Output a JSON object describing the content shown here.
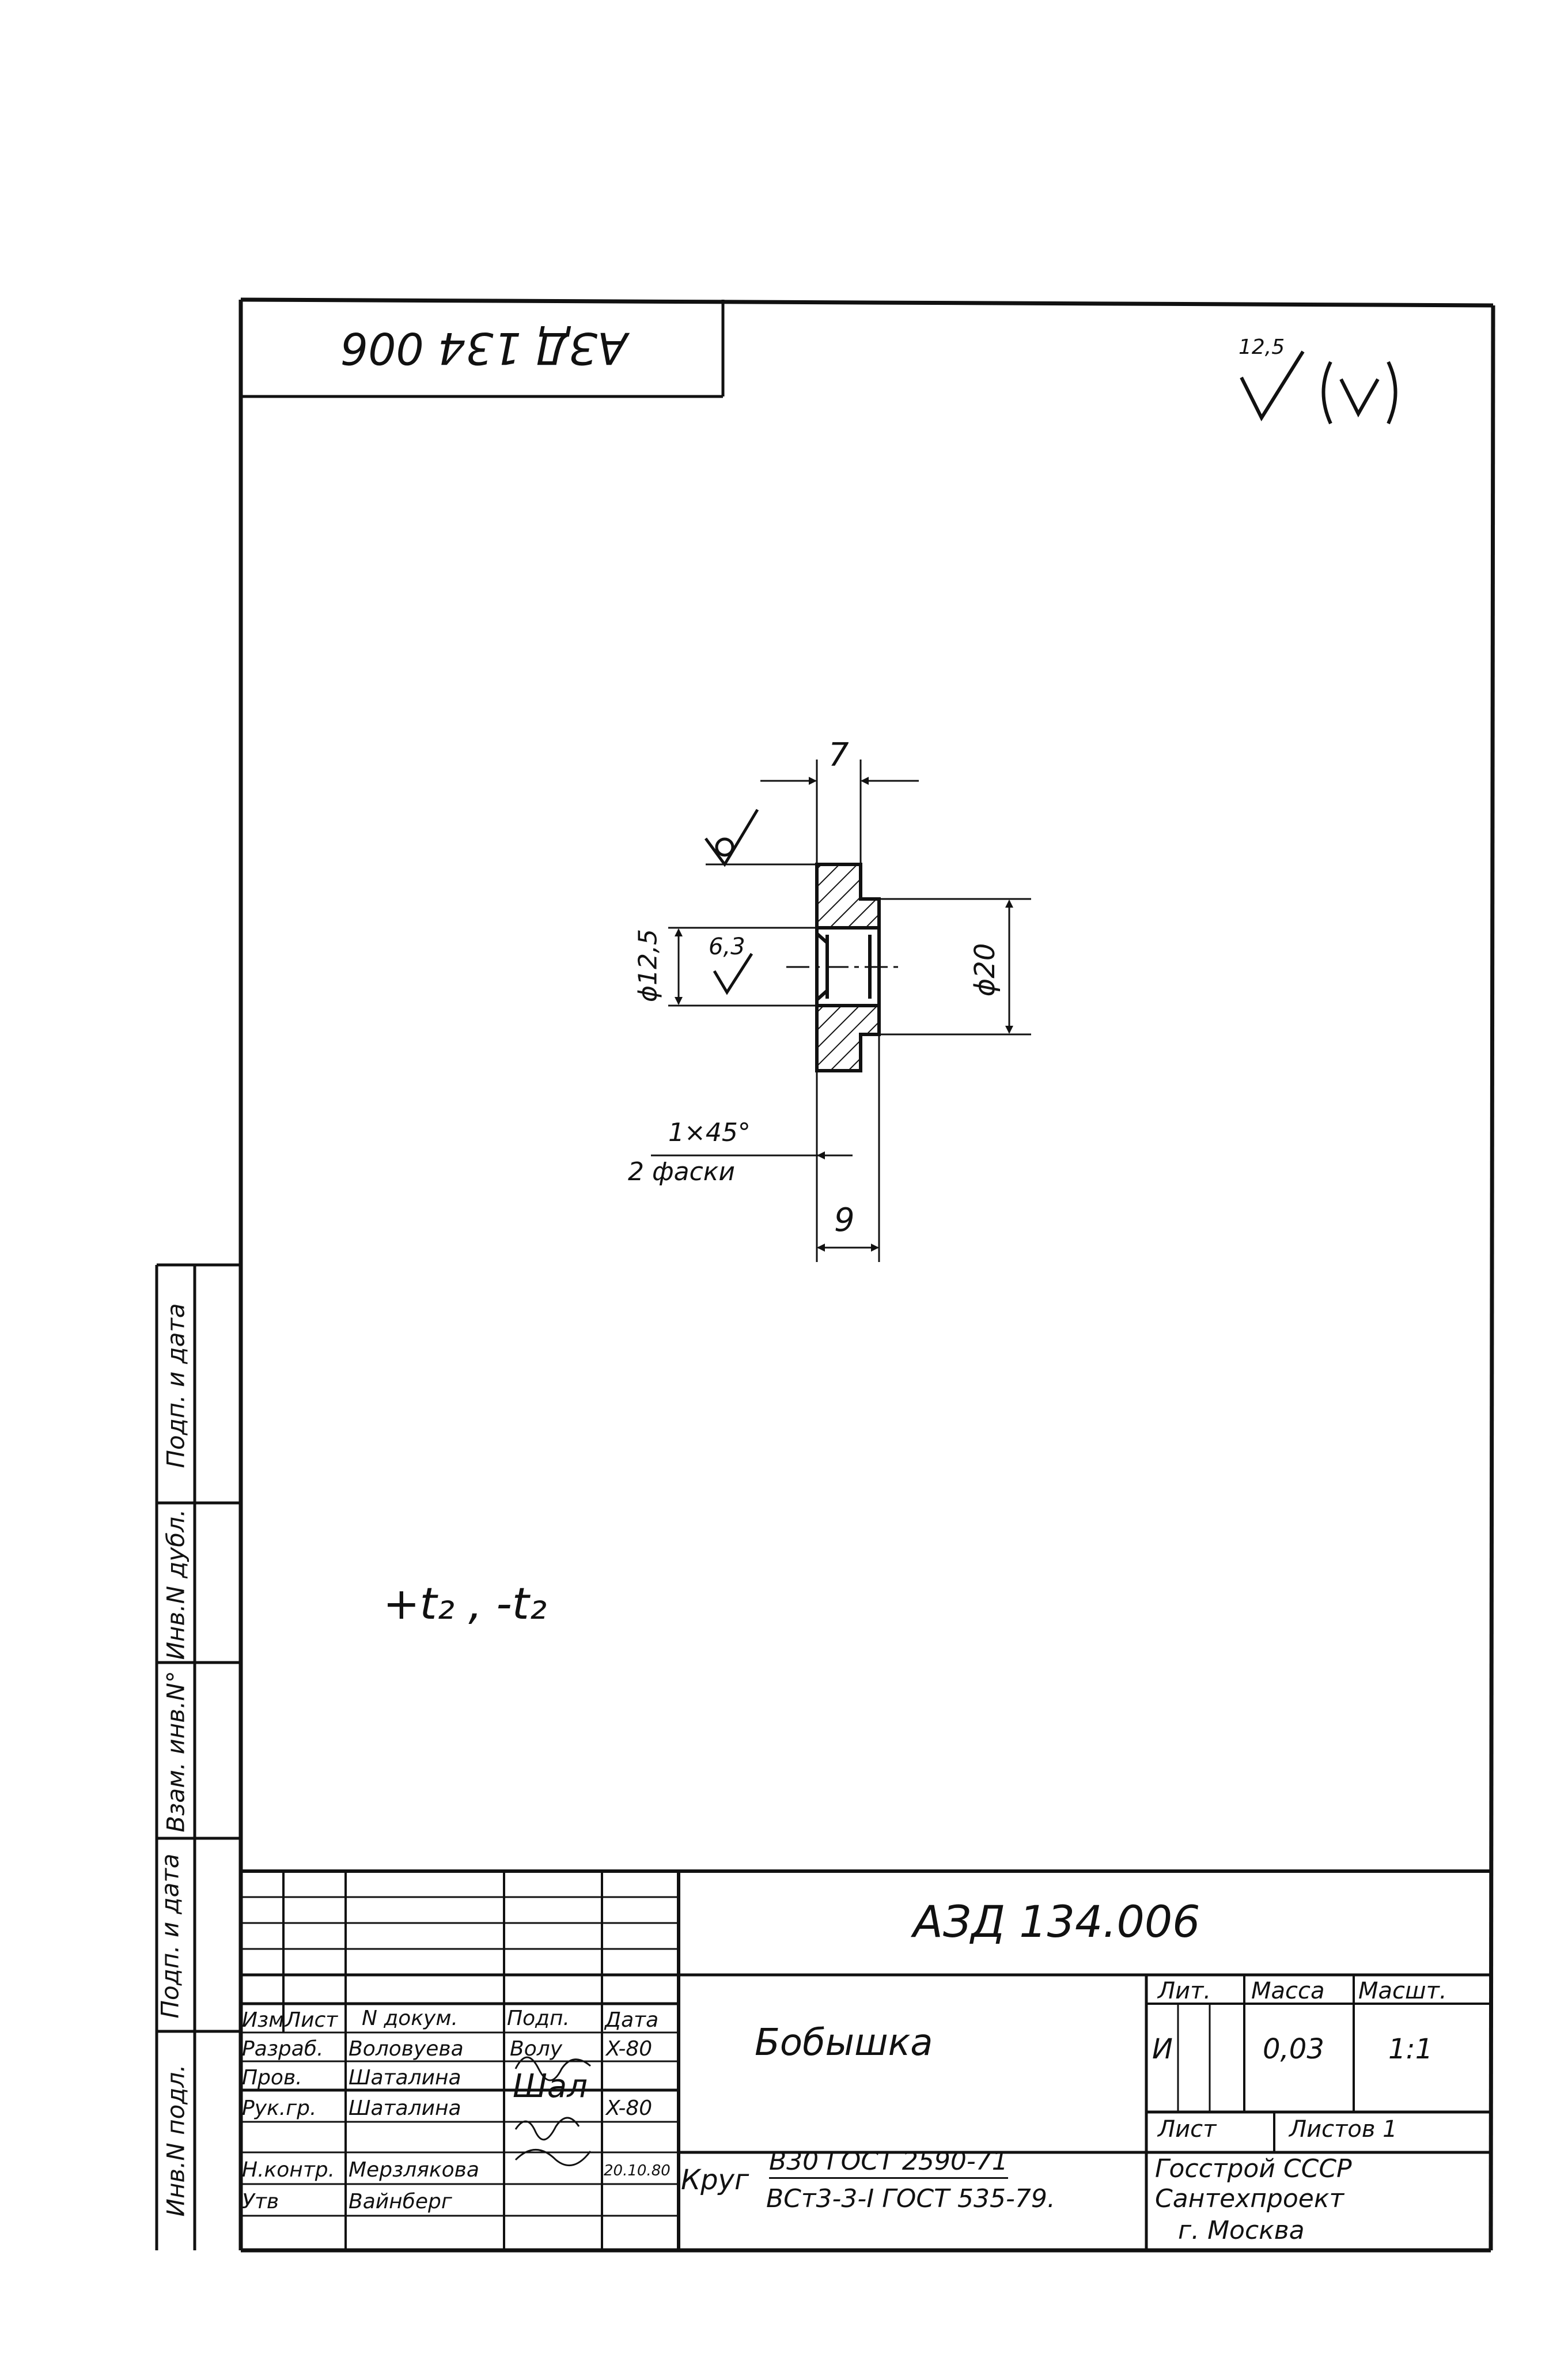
{
  "drawing_number": "АЗД 134.006",
  "drawing_number_rotated": "АЗД 134 006",
  "title": "Бобышка",
  "material_prefix": "Круг",
  "material_line1": "В30 ГОСТ 2590-71",
  "material_line2": "ВСт3-3-I ГОСТ 535-79.",
  "roughness_general": "12,5",
  "roughness_hole": "6,3",
  "tolerance_note": "+t₂ , -t₂",
  "dimensions": {
    "top_width": "7",
    "bottom_width": "9",
    "hole_diameter": "ϕ12,5",
    "outer_diameter": "ϕ20",
    "chamfer": "1×45°",
    "chamfer_note": "2 фаски"
  },
  "side_stamp": [
    "Инв.N подл.",
    "Подп. и дата",
    "Взам. инв.N°",
    "Инв.N дубл.",
    "Подп. и дата"
  ],
  "title_block": {
    "header": {
      "izm": "Изм",
      "list": "Лист",
      "ndoc": "N докум.",
      "podp": "Подп.",
      "data": "Дата"
    },
    "rows": [
      {
        "role": "Разраб.",
        "name": "Воловуева",
        "sign": "Волу",
        "date": "X-80"
      },
      {
        "role": "Пров.",
        "name": "Шаталина",
        "sign": "",
        "date": ""
      },
      {
        "role": "Рук.гр.",
        "name": "Шаталина",
        "sign": "Шал",
        "date": "X-80"
      },
      {
        "role": "Н.контр.",
        "name": "Мерзлякова",
        "sign": "",
        "date": "20.10.80"
      },
      {
        "role": "Утв",
        "name": "Вайнберг",
        "sign": "",
        "date": ""
      }
    ],
    "lit_label": "Лит.",
    "mass_label": "Масса",
    "scale_label": "Масшт.",
    "lit_value": "И",
    "mass_value": "0,03",
    "scale_value": "1:1",
    "sheet_label": "Лист",
    "sheets_label": "Листов 1",
    "org_line1": "Госстрой СССР",
    "org_line2": "Сантехпроект",
    "org_line3": "г. Москва"
  }
}
